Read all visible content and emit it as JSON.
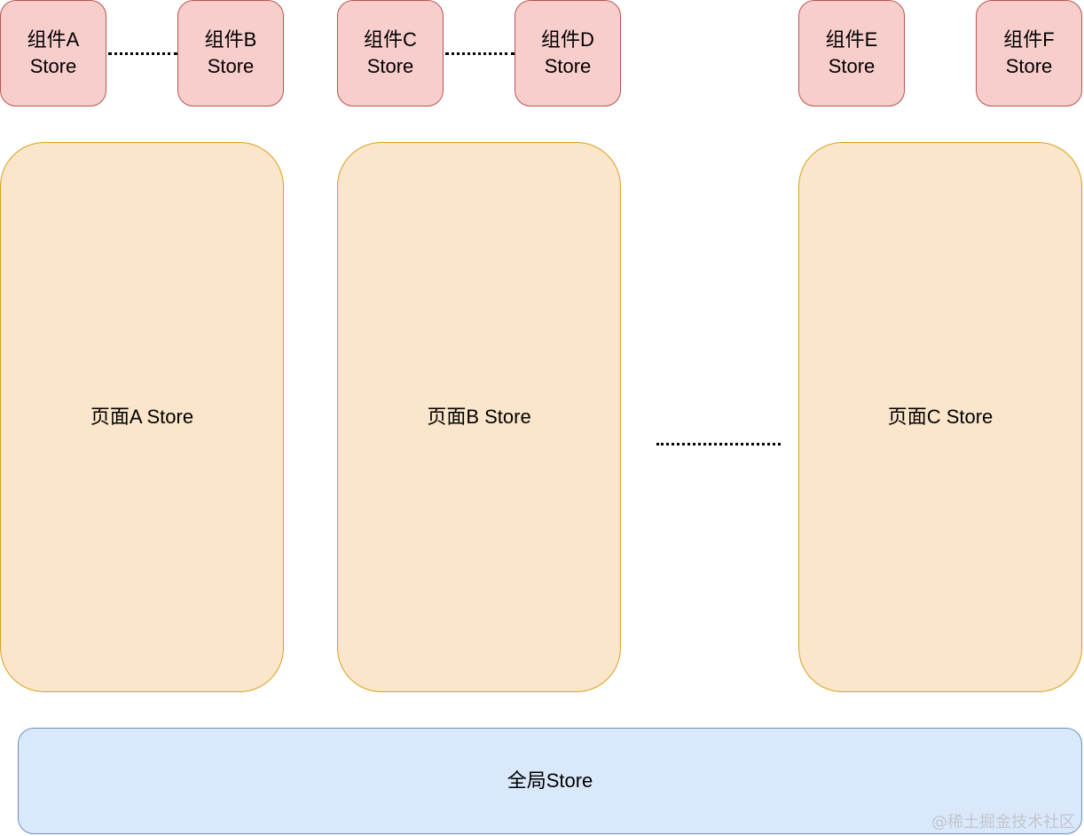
{
  "component_stores": [
    {
      "line1": "组件A",
      "line2": "Store"
    },
    {
      "line1": "组件B",
      "line2": "Store"
    },
    {
      "line1": "组件C",
      "line2": "Store"
    },
    {
      "line1": "组件D",
      "line2": "Store"
    },
    {
      "line1": "组件E",
      "line2": "Store"
    },
    {
      "line1": "组件F",
      "line2": "Store"
    }
  ],
  "page_stores": [
    {
      "label": "页面A Store"
    },
    {
      "label": "页面B Store"
    },
    {
      "label": "页面C Store"
    }
  ],
  "global_store": {
    "label": "全局Store"
  },
  "watermark": {
    "text": "@稀土掘金技术社区"
  },
  "colors": {
    "component_fill": "#f8cecc",
    "component_border": "#b85450",
    "page_fill": "#fce6cb",
    "page_border": "#d6a11f",
    "global_fill": "#dae8fc",
    "global_border": "#6c8ebf"
  }
}
